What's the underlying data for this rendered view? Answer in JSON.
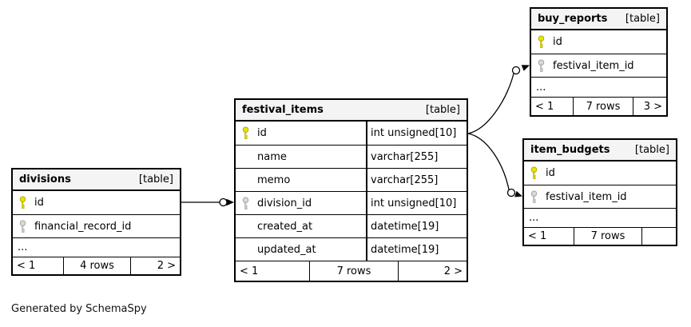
{
  "app": {
    "generator_note": "Generated by SchemaSpy"
  },
  "tables": {
    "divisions": {
      "name": "divisions",
      "tag": "[table]",
      "columns": [
        {
          "name": "id",
          "key": "primary"
        },
        {
          "name": "financial_record_id",
          "key": "foreign"
        }
      ],
      "more": "...",
      "pager": {
        "prev": "< 1",
        "rows": "4 rows",
        "next": "2 >"
      }
    },
    "festival_items": {
      "name": "festival_items",
      "tag": "[table]",
      "columns": [
        {
          "name": "id",
          "key": "primary",
          "type": "int unsigned[10]"
        },
        {
          "name": "name",
          "key": "none",
          "type": "varchar[255]"
        },
        {
          "name": "memo",
          "key": "none",
          "type": "varchar[255]"
        },
        {
          "name": "division_id",
          "key": "foreign",
          "type": "int unsigned[10]"
        },
        {
          "name": "created_at",
          "key": "none",
          "type": "datetime[19]"
        },
        {
          "name": "updated_at",
          "key": "none",
          "type": "datetime[19]"
        }
      ],
      "pager": {
        "prev": "< 1",
        "rows": "7 rows",
        "next": "2 >"
      }
    },
    "buy_reports": {
      "name": "buy_reports",
      "tag": "[table]",
      "columns": [
        {
          "name": "id",
          "key": "primary"
        },
        {
          "name": "festival_item_id",
          "key": "foreign"
        }
      ],
      "more": "...",
      "pager": {
        "prev": "< 1",
        "rows": "7 rows",
        "next": "3 >"
      }
    },
    "item_budgets": {
      "name": "item_budgets",
      "tag": "[table]",
      "columns": [
        {
          "name": "id",
          "key": "primary"
        },
        {
          "name": "festival_item_id",
          "key": "foreign"
        }
      ],
      "more": "...",
      "pager": {
        "prev": "< 1",
        "rows": "7 rows",
        "next": ""
      }
    }
  },
  "relationships": [
    {
      "from": "divisions.id",
      "to": "festival_items.division_id"
    },
    {
      "from": "festival_items.id",
      "to": "buy_reports.festival_item_id"
    },
    {
      "from": "festival_items.id",
      "to": "item_budgets.festival_item_id"
    }
  ],
  "colors": {
    "background": "#ffffff",
    "table_header_bg": "#f4f4f4",
    "border": "#000000",
    "primary_key_icon": "#e9e400",
    "foreign_key_icon": "#d9d9d9"
  }
}
